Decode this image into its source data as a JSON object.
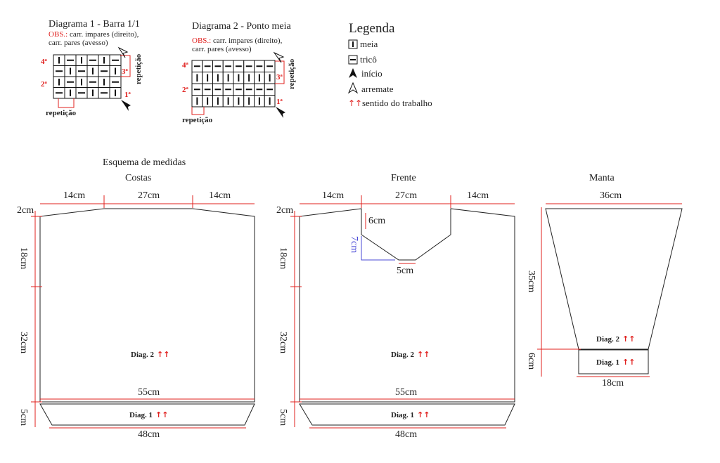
{
  "colors": {
    "ink": "#222222",
    "measure": "#e0201e",
    "neckline": "#4a4ad6"
  },
  "diagram1": {
    "title": "Diagrama 1 - Barra 1/1",
    "obs_prefix": "OBS.:",
    "obs_line1": " carr. impares (direito),",
    "obs_line2": "carr. pares (avesso)",
    "rows": [
      [
        "meia",
        "trico",
        "meia",
        "trico",
        "meia",
        "trico"
      ],
      [
        "trico",
        "meia",
        "trico",
        "meia",
        "trico",
        "meia"
      ],
      [
        "meia",
        "trico",
        "meia",
        "trico",
        "meia",
        "trico"
      ],
      [
        "trico",
        "meia",
        "trico",
        "meia",
        "trico",
        "meia"
      ]
    ],
    "row_labels": {
      "r4": "4ª",
      "r3": "3ª",
      "r2": "2ª",
      "r1": "1ª"
    },
    "side_label": "repetição",
    "bottom_label": "repetição"
  },
  "diagram2": {
    "title": "Diagrama  2 - Ponto meia",
    "obs_prefix": "OBS.:",
    "obs_line1": " carr. impares (direito),",
    "obs_line2": "carr. pares (avesso)",
    "rows": [
      [
        "trico",
        "trico",
        "trico",
        "trico",
        "trico",
        "trico",
        "trico",
        "trico"
      ],
      [
        "meia",
        "meia",
        "meia",
        "meia",
        "meia",
        "meia",
        "meia",
        "meia"
      ],
      [
        "trico",
        "trico",
        "trico",
        "trico",
        "trico",
        "trico",
        "trico",
        "trico"
      ],
      [
        "meia",
        "meia",
        "meia",
        "meia",
        "meia",
        "meia",
        "meia",
        "meia"
      ]
    ],
    "row_labels": {
      "r4": "4ª",
      "r3": "3ª",
      "r2": "2ª",
      "r1": "1ª"
    },
    "side_label": "repetição",
    "bottom_label": "repetição"
  },
  "legend": {
    "title": "Legenda",
    "items": [
      {
        "symbol": "meia-cell-icon",
        "label": "meia"
      },
      {
        "symbol": "trico-cell-icon",
        "label": "tricô"
      },
      {
        "symbol": "start-arrow-icon",
        "label": "início"
      },
      {
        "symbol": "finish-arrow-icon",
        "label": "arremate"
      },
      {
        "symbol": "direction-arrows-icon",
        "glyph": "↑↑",
        "label": "sentido do trabalho"
      }
    ]
  },
  "measurements": {
    "heading": "Esquema de medidas",
    "costas": {
      "title": "Costas",
      "top_left": "14cm",
      "top_mid": "27cm",
      "top_right": "14cm",
      "shoulder": "2cm",
      "upper": "18cm",
      "lower": "32cm",
      "ribbing": "5cm",
      "width": "55cm",
      "bottom": "48cm",
      "diag2": "Diag. 2",
      "diag1": "Diag. 1",
      "arrows": "↑↑"
    },
    "frente": {
      "title": "Frente",
      "top_left": "14cm",
      "top_mid": "27cm",
      "top_right": "14cm",
      "shoulder": "2cm",
      "upper": "18cm",
      "lower": "32cm",
      "ribbing": "5cm",
      "neck_depth": "6cm",
      "neck_side": "7cm",
      "neck_bottom": "5cm",
      "width": "55cm",
      "bottom": "48cm",
      "diag2": "Diag. 2",
      "diag1": "Diag. 1",
      "arrows": "↑↑"
    },
    "manta": {
      "title": "Manta",
      "top": "36cm",
      "height": "35cm",
      "cuff": "6cm",
      "bottom": "18cm",
      "diag2": "Diag. 2",
      "diag1": "Diag. 1",
      "arrows": "↑↑"
    }
  }
}
